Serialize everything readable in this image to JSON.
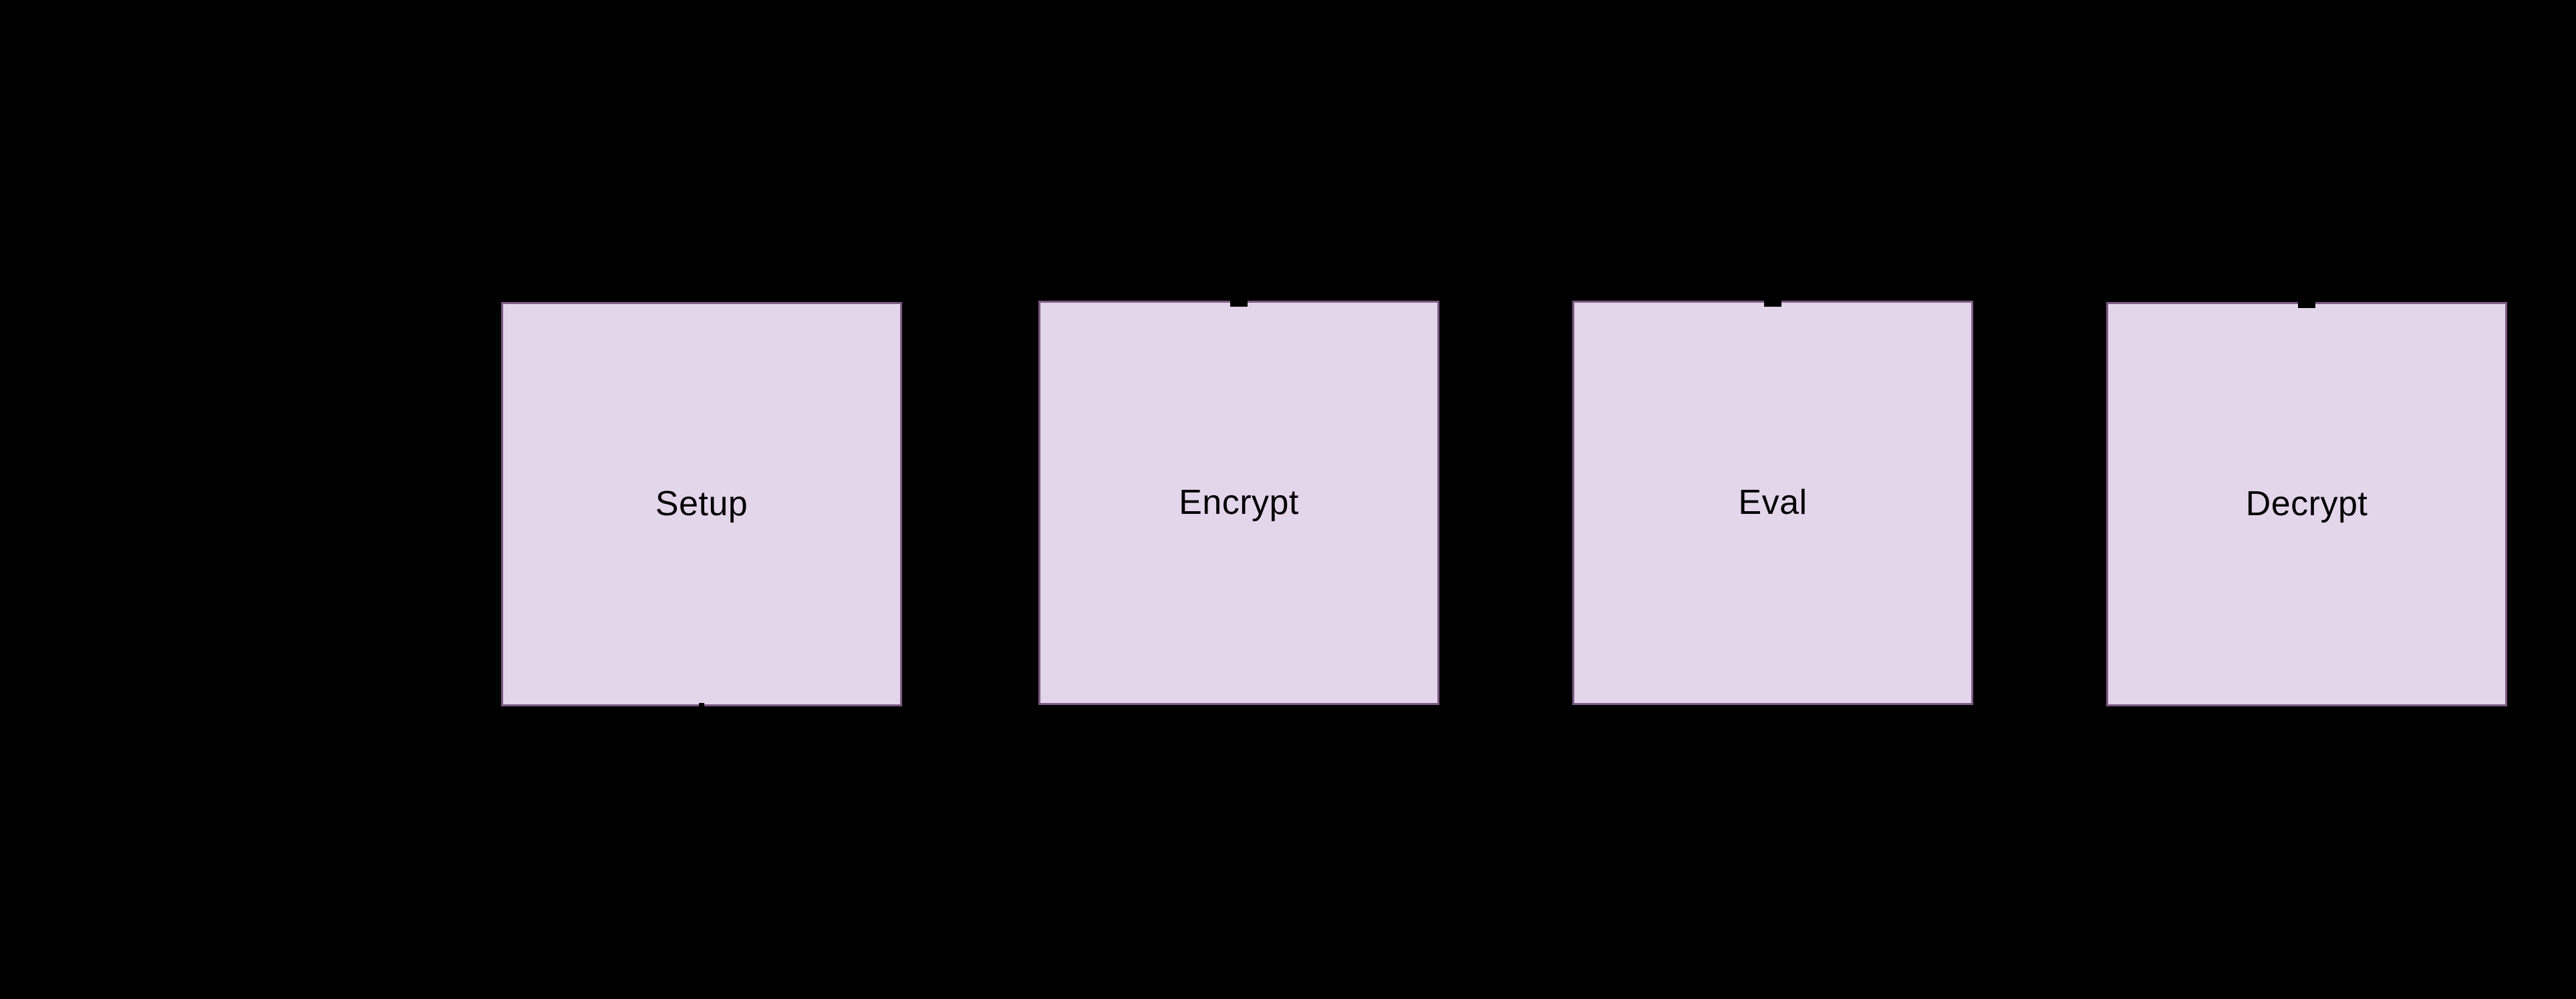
{
  "diagram": {
    "background_color": "#000000",
    "node_fill_color": "#e3d5ea",
    "node_border_color": "#7e5c86",
    "node_text_color": "#000000",
    "nodes": [
      {
        "id": "setup",
        "label": "Setup"
      },
      {
        "id": "encrypt",
        "label": "Encrypt"
      },
      {
        "id": "eval",
        "label": "Eval"
      },
      {
        "id": "decrypt",
        "label": "Decrypt"
      }
    ]
  }
}
